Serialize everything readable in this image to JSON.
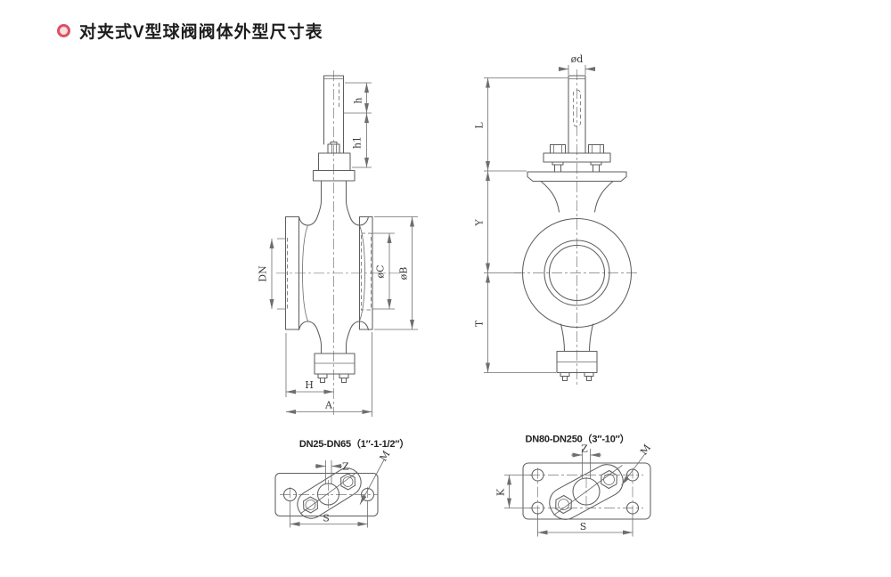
{
  "header": {
    "title": "对夹式V型球阀阀体外型尺寸表"
  },
  "front_view": {
    "dims": {
      "h": "h",
      "h1": "h1",
      "dn": "DN",
      "c": "øC",
      "b": "øB",
      "hh": "H",
      "a": "A"
    }
  },
  "side_view": {
    "dims": {
      "d": "ød",
      "l": "L",
      "y": "Y",
      "t": "T"
    }
  },
  "detail_small": {
    "title": "DN25-DN65（1″-1-1/2″）",
    "dims": {
      "z": "Z",
      "m": "M",
      "s": "S"
    }
  },
  "detail_large": {
    "title": "DN80-DN250（3″-10″）",
    "dims": {
      "z": "Z",
      "m": "M",
      "k": "K",
      "s": "S"
    }
  }
}
